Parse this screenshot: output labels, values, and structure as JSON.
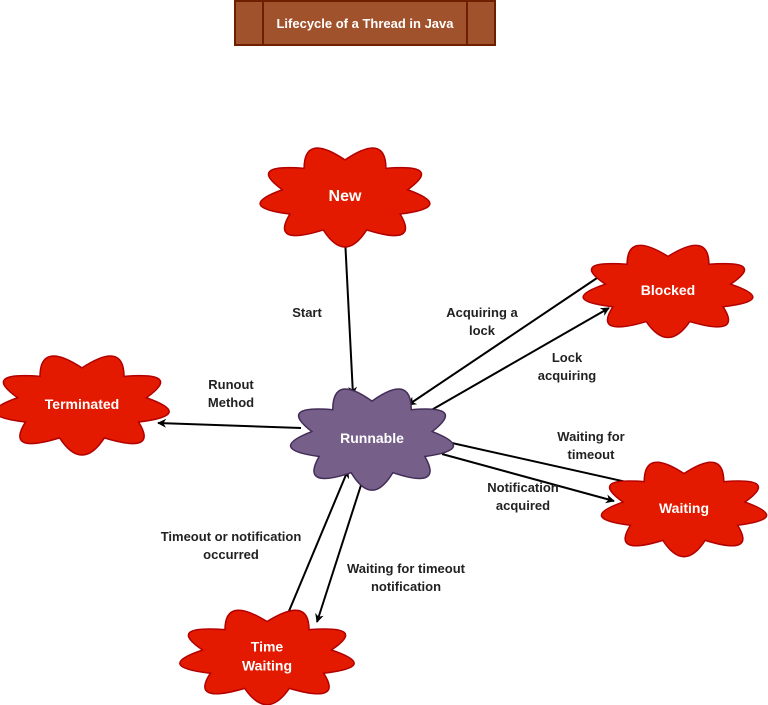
{
  "title": "Lifecycle of a Thread in Java",
  "colors": {
    "state_fill": "#e31a00",
    "state_stroke": "#b20000",
    "runnable_fill": "#76608a",
    "runnable_stroke": "#432d57",
    "title_fill": "#a0522d",
    "title_stroke": "#6d1f00",
    "edge": "#000000"
  },
  "nodes": [
    {
      "id": "new",
      "label": [
        "New"
      ],
      "kind": "state"
    },
    {
      "id": "runnable",
      "label": [
        "Runnable"
      ],
      "kind": "runnable"
    },
    {
      "id": "blocked",
      "label": [
        "Blocked"
      ],
      "kind": "state"
    },
    {
      "id": "terminated",
      "label": [
        "Terminated"
      ],
      "kind": "state"
    },
    {
      "id": "waiting",
      "label": [
        "Waiting"
      ],
      "kind": "state"
    },
    {
      "id": "time_waiting",
      "label": [
        "Time",
        "Waiting"
      ],
      "kind": "state"
    }
  ],
  "edges": [
    {
      "from": "new",
      "to": "runnable",
      "label": [
        "Start"
      ]
    },
    {
      "from": "blocked",
      "to": "runnable",
      "label": [
        "Acquiring a",
        "lock"
      ]
    },
    {
      "from": "runnable",
      "to": "blocked",
      "label": [
        "Lock",
        "acquiring"
      ]
    },
    {
      "from": "runnable",
      "to": "terminated",
      "label": [
        "Runout",
        "Method"
      ]
    },
    {
      "from": "waiting",
      "to": "runnable",
      "label": [
        "Waiting for",
        "timeout"
      ]
    },
    {
      "from": "runnable",
      "to": "waiting",
      "label": [
        "Notification",
        "acquired"
      ]
    },
    {
      "from": "time_waiting",
      "to": "runnable",
      "label": [
        "Timeout or notification",
        "occurred"
      ]
    },
    {
      "from": "runnable",
      "to": "time_waiting",
      "label": [
        "Waiting for timeout",
        "notification"
      ]
    }
  ]
}
